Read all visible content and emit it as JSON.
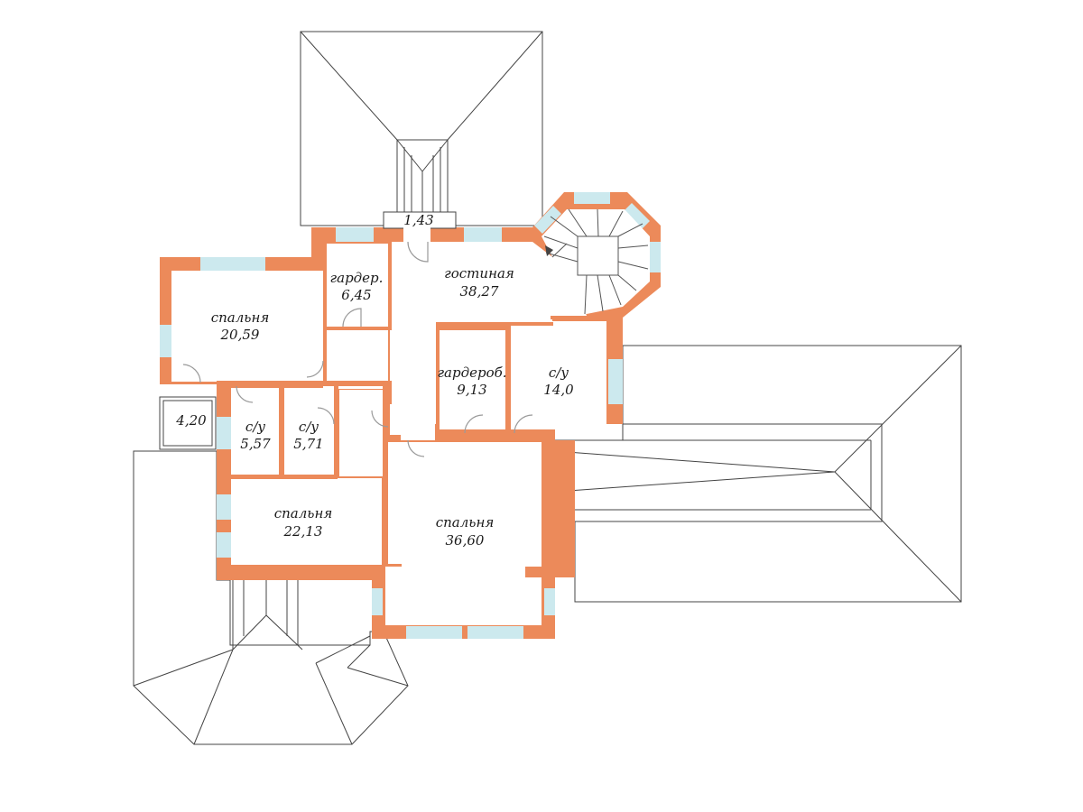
{
  "rooms": [
    {
      "id": "bedroom-1",
      "name": "спальня",
      "area": "20,59"
    },
    {
      "id": "closet-1",
      "name": "гардер.",
      "area": "6,45"
    },
    {
      "id": "living",
      "name": "гостиная",
      "area": "38,27"
    },
    {
      "id": "porch",
      "name": "",
      "area": "1,43"
    },
    {
      "id": "balcony",
      "name": "",
      "area": "4,20"
    },
    {
      "id": "wc-1",
      "name": "с/у",
      "area": "5,57"
    },
    {
      "id": "wc-2",
      "name": "с/у",
      "area": "5,71"
    },
    {
      "id": "closet-2",
      "name": "гардероб.",
      "area": "9,13"
    },
    {
      "id": "wc-3",
      "name": "с/у",
      "area": "14,0"
    },
    {
      "id": "bedroom-2",
      "name": "спальня",
      "area": "22,13"
    },
    {
      "id": "bedroom-3",
      "name": "спальня",
      "area": "36,60"
    }
  ],
  "colors": {
    "wall": "#ec8a5a",
    "window": "#cce9ee",
    "roof_line": "#444444",
    "door_arc": "#9a9a9a"
  }
}
